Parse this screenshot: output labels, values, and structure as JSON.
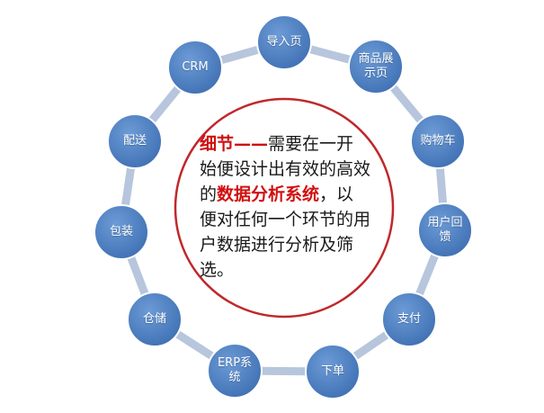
{
  "colors": {
    "node_fill": "#4a7ec0",
    "node_fill_light": "#6c9bd6",
    "node_stroke": "#ffffff",
    "ring_stroke": "#b7c6dc",
    "center_border": "#c0282b",
    "highlight_text": "#d01010"
  },
  "nodes": [
    {
      "id": "import-page",
      "label": "导入页"
    },
    {
      "id": "product-display",
      "label": "商品展示页"
    },
    {
      "id": "shopping-cart",
      "label": "购物车"
    },
    {
      "id": "user-feedback",
      "label": "用户回馈"
    },
    {
      "id": "payment",
      "label": "支付"
    },
    {
      "id": "place-order",
      "label": "下单"
    },
    {
      "id": "erp-system",
      "label": "ERP系统"
    },
    {
      "id": "warehouse",
      "label": "仓储"
    },
    {
      "id": "packaging",
      "label": "包装"
    },
    {
      "id": "delivery",
      "label": "配送"
    },
    {
      "id": "crm",
      "label": "CRM"
    }
  ],
  "center": {
    "part1_highlight": "细节——",
    "part2": "需要在一开始便设计出有效的高效的",
    "part3_highlight": "数据分析系统",
    "part4": "，以便对任何一个环节的用户数据进行分析及筛选。"
  }
}
